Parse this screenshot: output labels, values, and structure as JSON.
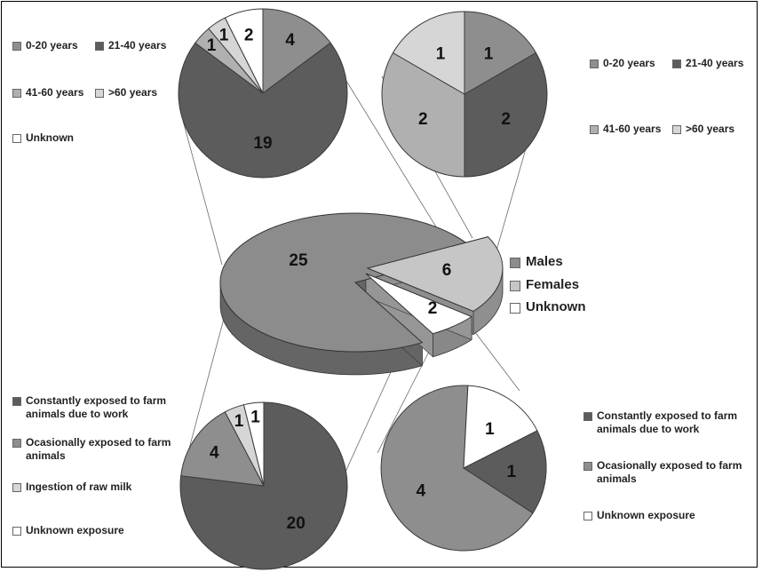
{
  "chart_data": [
    {
      "id": "sex",
      "type": "pie",
      "title": "",
      "categories": [
        "Males",
        "Females",
        "Unknown"
      ],
      "values": [
        25,
        6,
        2
      ],
      "colors": [
        "#8c8c8c",
        "#c6c6c6",
        "#ffffff"
      ],
      "style": "3d-exploded",
      "legend": "right"
    },
    {
      "id": "age_males",
      "type": "pie",
      "title": "",
      "categories": [
        "0-20 years",
        "21-40 years",
        "41-60 years",
        ">60 years",
        "Unknown"
      ],
      "values": [
        4,
        19,
        1,
        1,
        2
      ],
      "colors": [
        "#8e8e8e",
        "#5c5c5c",
        "#b0b0b0",
        "#d6d6d6",
        "#ffffff"
      ],
      "legend": "left"
    },
    {
      "id": "age_females",
      "type": "pie",
      "title": "",
      "categories": [
        "0-20 years",
        "21-40 years",
        "41-60 years",
        ">60 years"
      ],
      "values": [
        1,
        2,
        2,
        1
      ],
      "colors": [
        "#8e8e8e",
        "#5c5c5c",
        "#b0b0b0",
        "#d6d6d6"
      ],
      "legend": "right"
    },
    {
      "id": "exposure_males",
      "type": "pie",
      "title": "",
      "categories": [
        "Constantly exposed to farm animals due to work",
        "Ocasionally exposed to farm animals",
        "Ingestion of raw milk",
        "Unknown exposure"
      ],
      "values": [
        20,
        4,
        1,
        1
      ],
      "colors": [
        "#5c5c5c",
        "#8e8e8e",
        "#d6d6d6",
        "#ffffff"
      ],
      "legend": "left"
    },
    {
      "id": "exposure_females",
      "type": "pie",
      "title": "",
      "categories": [
        "Constantly exposed to farm animals due to work",
        "Ocasionally exposed to farm animals",
        "Unknown exposure"
      ],
      "values": [
        1,
        4,
        1
      ],
      "colors": [
        "#5c5c5c",
        "#8e8e8e",
        "#ffffff"
      ],
      "legend": "right"
    }
  ]
}
